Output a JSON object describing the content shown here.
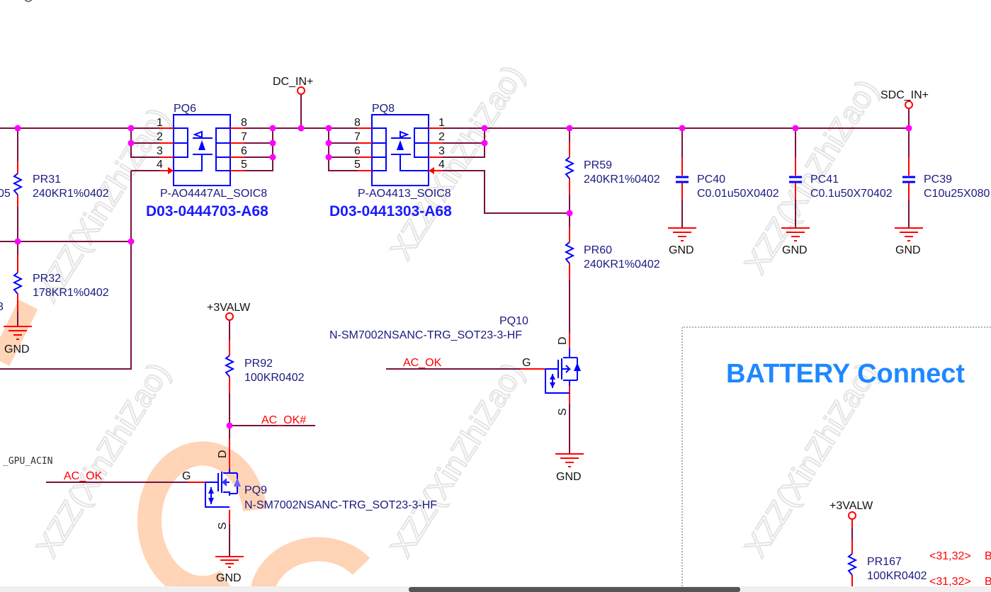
{
  "watermark": "XZZ(XinZhiZao)",
  "nets": {
    "dc_in": "DC_IN+",
    "sdc_in": "SDC_IN+",
    "v3alw": "+3VALW",
    "gnd": "GND",
    "ac_ok": "AC_OK",
    "ac_ok_n": "AC_OK#",
    "gpu_acin": "_GPU_ACIN"
  },
  "pq6": {
    "ref": "PQ6",
    "value": "P-AO4447AL_SOIC8",
    "part": "D03-0444703-A68",
    "pins_left": [
      "1",
      "2",
      "3",
      "4"
    ],
    "pins_right": [
      "8",
      "7",
      "6",
      "5"
    ]
  },
  "pq8": {
    "ref": "PQ8",
    "value": "P-AO4413_SOIC8",
    "part": "D03-0441303-A68",
    "pins_left": [
      "8",
      "7",
      "6",
      "5"
    ],
    "pins_right": [
      "1",
      "2",
      "3",
      "4"
    ]
  },
  "pr31": {
    "ref": "PR31",
    "value": "240KR1%0402",
    "left_frag": "05"
  },
  "pr32": {
    "ref": "PR32",
    "value": "178KR1%0402",
    "left_frag": "3"
  },
  "pr59": {
    "ref": "PR59",
    "value": "240KR1%0402"
  },
  "pr60": {
    "ref": "PR60",
    "value": "240KR1%0402"
  },
  "pr92": {
    "ref": "PR92",
    "value": "100KR0402"
  },
  "pr167": {
    "ref": "PR167",
    "value": "100KR0402"
  },
  "pq9": {
    "ref": "PQ9",
    "value": "N-SM7002NSANC-TRG_SOT23-3-HF",
    "d": "D",
    "g": "G",
    "s": "S"
  },
  "pq10": {
    "ref": "PQ10",
    "value": "N-SM7002NSANC-TRG_SOT23-3-HF",
    "d": "D",
    "g": "G",
    "s": "S"
  },
  "pc40": {
    "ref": "PC40",
    "value": "C0.01u50X0402"
  },
  "pc41": {
    "ref": "PC41",
    "value": "C0.1u50X70402"
  },
  "pc39": {
    "ref": "PC39",
    "value": "C10u25X080"
  },
  "battery": {
    "title": "BATTERY Connect",
    "ref1": "<31,32>",
    "sig1": "B",
    "ref2": "<31,32>",
    "sig2": "B"
  },
  "colors": {
    "wire": "#7a1040",
    "pin": "#ff0000",
    "junction": "#ff00ff",
    "component": "#0000ff",
    "title": "#1e88ff"
  }
}
